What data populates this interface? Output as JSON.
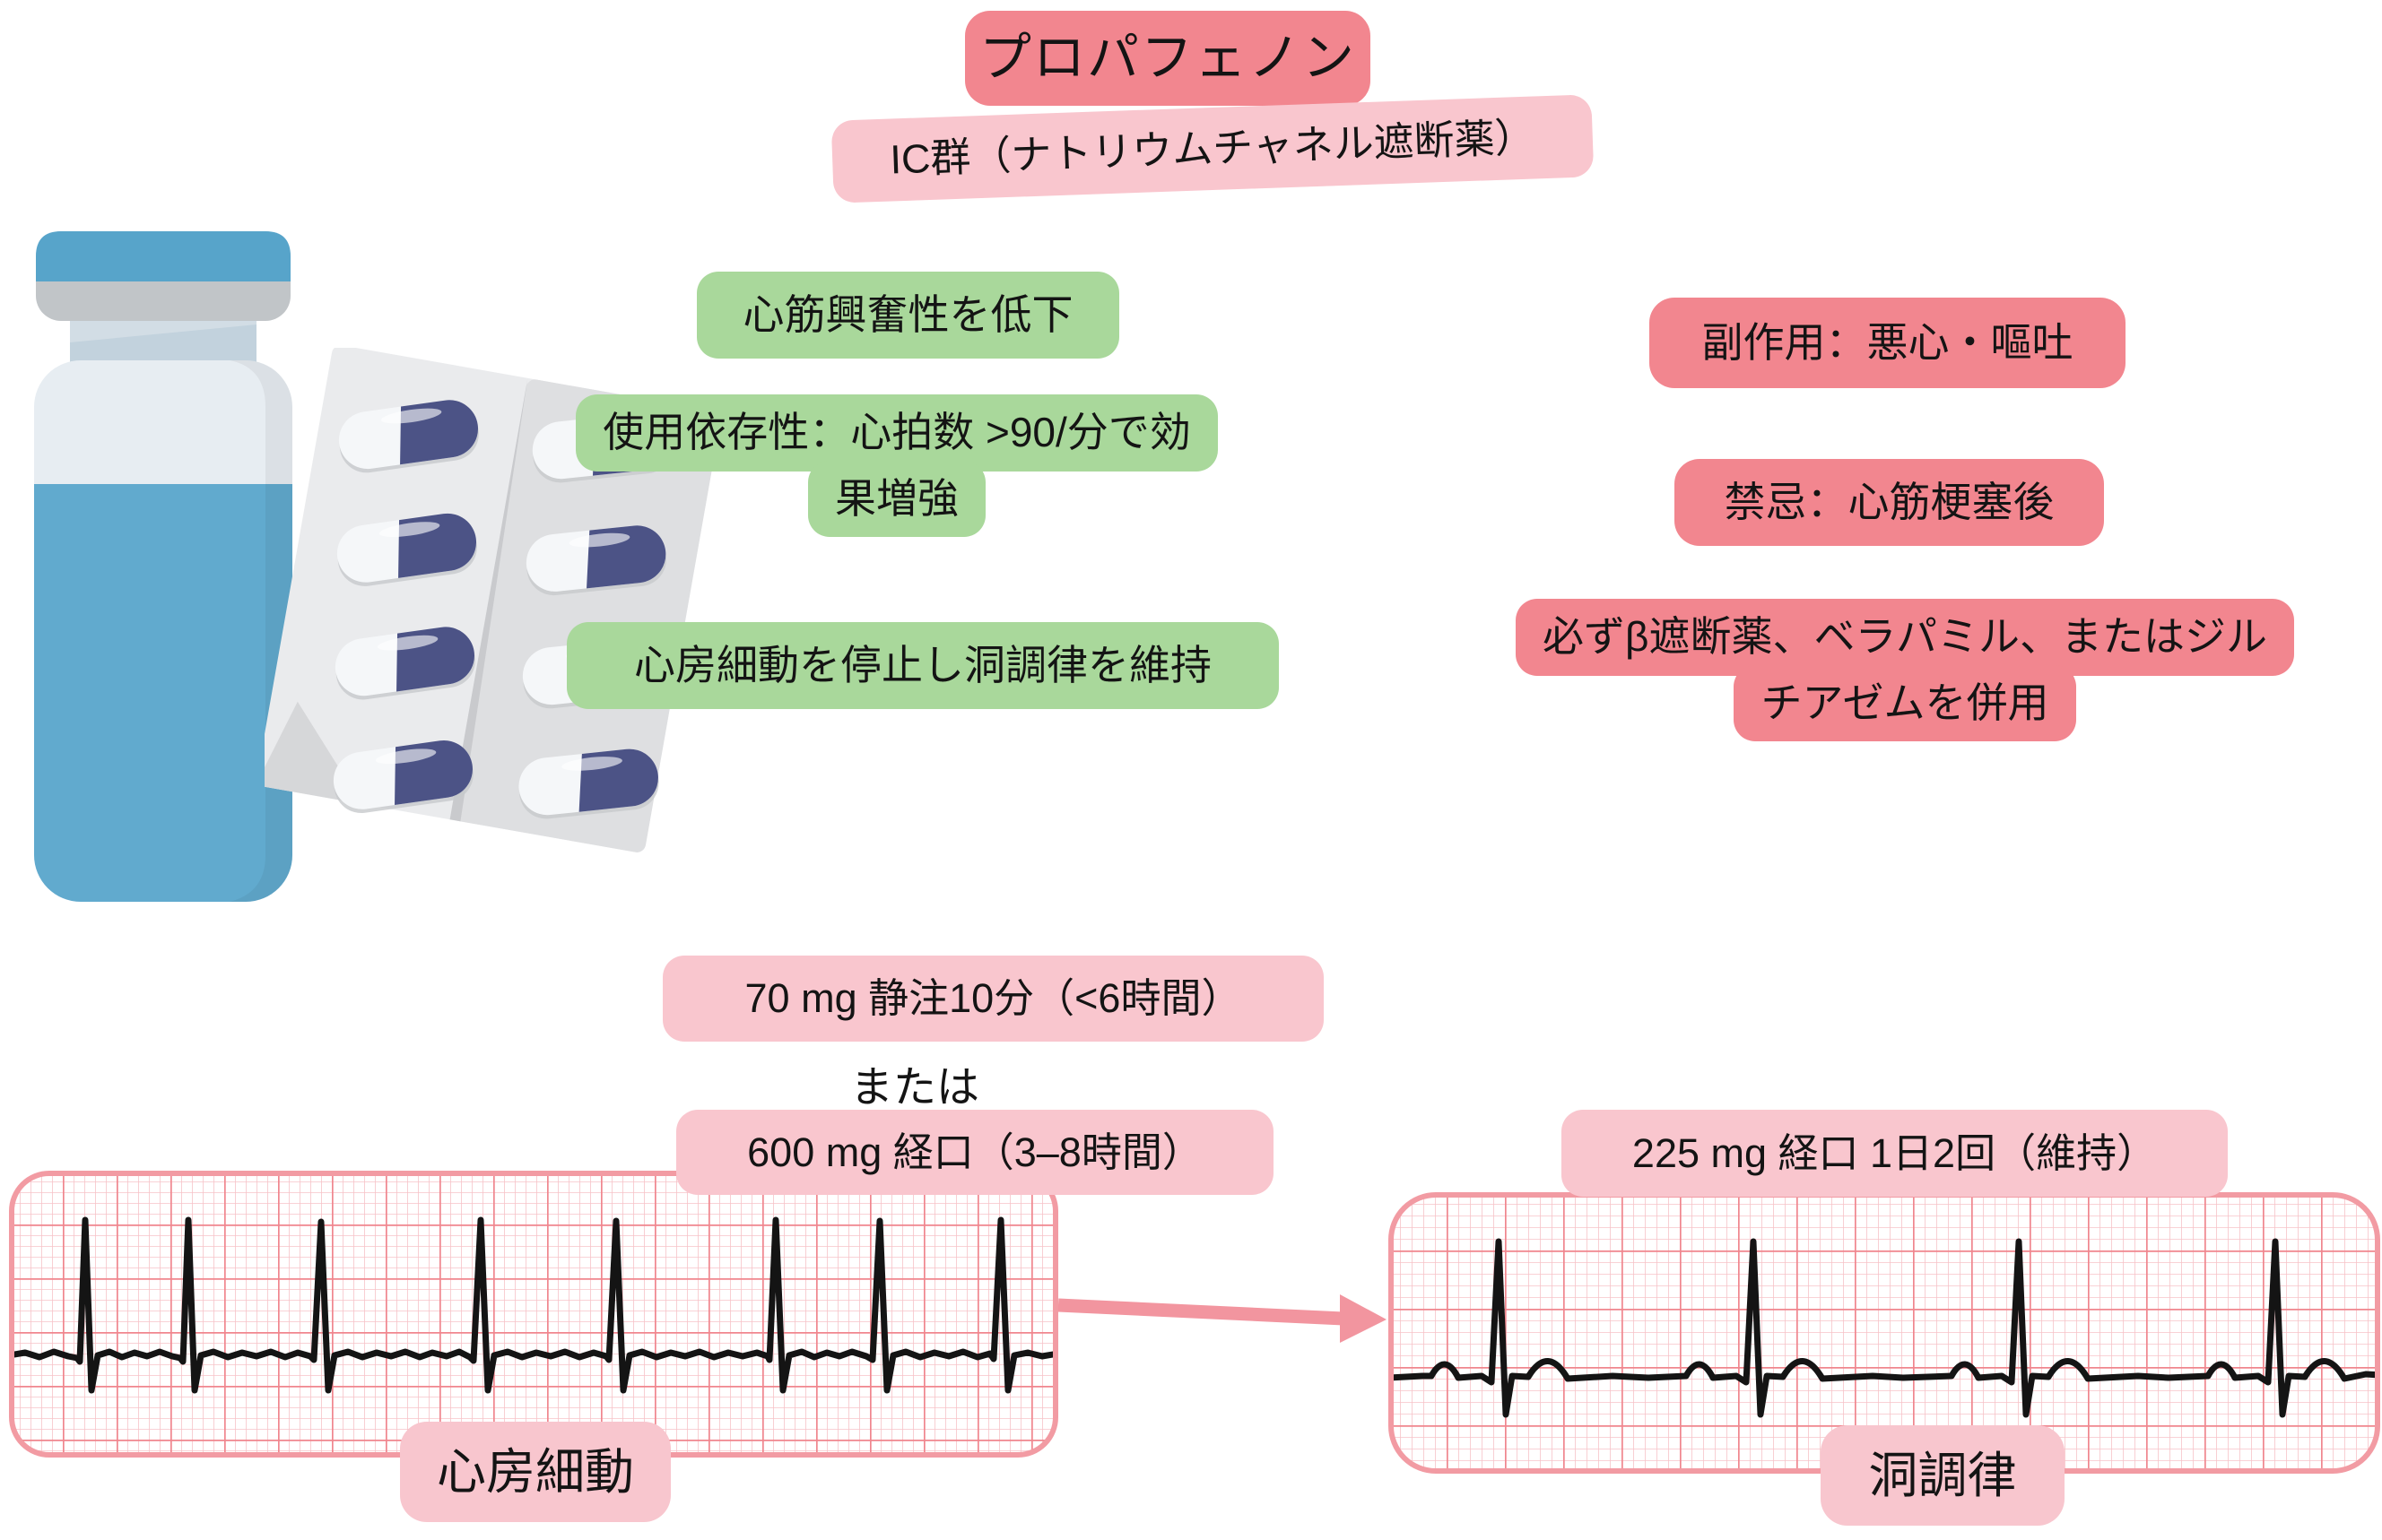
{
  "drug": {
    "title": "プロパフェノン",
    "class_label": "IC群（ナトリウムチャネル遮断薬）"
  },
  "effects": {
    "excitability": "心筋興奮性を低下",
    "use_dependence_line1": "使用依存性：心拍数 >90/分で効",
    "use_dependence_line2": "果増強",
    "rhythm_control": "心房細動を停止し洞調律を維持"
  },
  "warnings": {
    "side_effects": "副作用：悪心・嘔吐",
    "contraindication": "禁忌：心筋梗塞後",
    "combination_line1": "必ずβ遮断薬、ベラパミル、またはジル",
    "combination_line2": "チアゼムを併用"
  },
  "dosing": {
    "iv": "70 mg 静注10分（<6時間）",
    "conjunction": "または",
    "oral_loading": "600 mg 経口（3–8時間）",
    "oral_maintenance": "225 mg 経口 1日2回（維持）"
  },
  "ecg": {
    "before_label": "心房細動",
    "after_label": "洞調律"
  },
  "illustrations": {
    "vial": "medicine-vial-icon",
    "blister": "pill-blister-pack-icon",
    "arrow": "conversion-arrow-icon"
  },
  "colors": {
    "accent_salmon": "#f2868f",
    "accent_light_pink": "#f9c6ce",
    "accent_green": "#a9d89b",
    "ecg_grid_major": "#f0868e",
    "ecg_grid_minor": "#f7c3c8",
    "ecg_border": "#f29ba3",
    "ecg_trace": "#141414",
    "vial_blue": "#57a4ca",
    "vial_liquid": "#61aace",
    "capsule_navy": "#4c5386"
  }
}
